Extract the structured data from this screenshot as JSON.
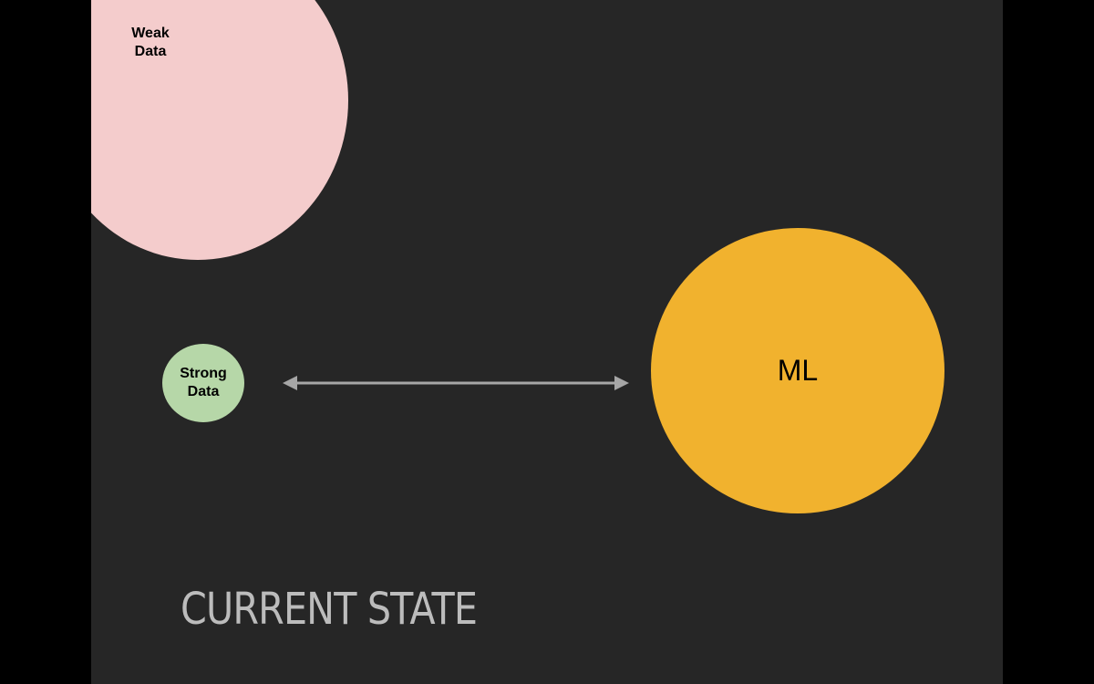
{
  "colors": {
    "outer_background": "#000000",
    "slide_background": "#262626",
    "weak_data_fill": "#f4cccc",
    "strong_data_fill": "#b6d7a8",
    "ml_fill": "#f1b22e",
    "arrow_color": "#a6a6a6",
    "title_color": "#bcbcbc"
  },
  "nodes": {
    "weak_data": {
      "label": "Weak\nData"
    },
    "strong_data": {
      "label": "Strong\nData"
    },
    "ml": {
      "label": "ML"
    }
  },
  "edges": [
    {
      "from": "strong_data",
      "to": "ml",
      "style": "double-headed-arrow"
    }
  ],
  "slide": {
    "title": "CURRENT STATE"
  }
}
